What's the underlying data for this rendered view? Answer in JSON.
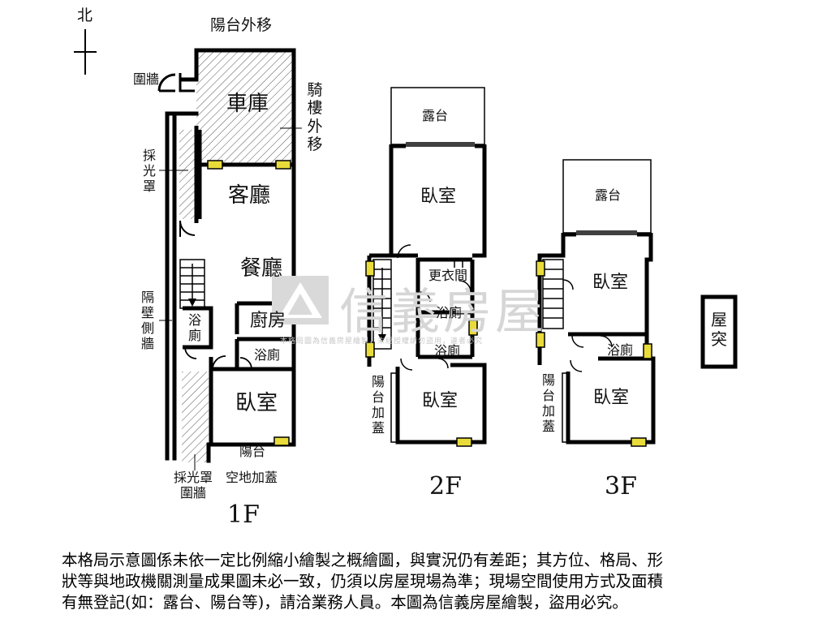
{
  "compass": {
    "north": "北"
  },
  "floor1": {
    "balcony_shift": "陽台外移",
    "arcade_shift": "騎樓外移",
    "fence": "圍牆",
    "skylight": "採光罩",
    "garage": "車庫",
    "living_room": "客廳",
    "dining_room": "餐廳",
    "party_wall": "隔壁側牆",
    "bath_left": "浴廁",
    "kitchen": "廚房",
    "bath_right": "浴廁",
    "bedroom": "臥室",
    "balcony": "陽台",
    "skylight_fence_1": "採光罩",
    "skylight_fence_2": "圍牆",
    "open_space_cover": "空地加蓋",
    "floor_label": "1F"
  },
  "floor2": {
    "terrace": "露台",
    "bedroom_top": "臥室",
    "closet": "更衣間",
    "bath_upper": "浴廁",
    "bath_lower": "浴廁",
    "balcony_cover": "陽台加蓋",
    "bedroom_bottom": "臥室",
    "floor_label": "2F"
  },
  "floor3": {
    "terrace": "露台",
    "bedroom_top": "臥室",
    "bath": "浴廁",
    "balcony_cover": "陽台加蓋",
    "bedroom_bottom": "臥室",
    "floor_label": "3F"
  },
  "roof": {
    "label": "屋突"
  },
  "watermark": {
    "brand": "信義房屋",
    "notice": "本格局圖為信義房屋繪製，未經授權請勿盜用，違者必究"
  },
  "disclaimer": {
    "line1": "本格局示意圖係未依一定比例縮小繪製之概繪圖，與實況仍有差距；其方位、格局、形",
    "line2": "狀等與地政機關測量成果圖未必一致，仍須以房屋現場為準；現場空間使用方式及面積",
    "line3": "有無登記(如：露台、陽台等)，請洽業務人員。本圖為信義房屋繪製，盜用必究。"
  },
  "colors": {
    "wall": "#000000",
    "window": "#e9dc3a",
    "hatch": "#444444",
    "watermark": "#d6d6d6"
  }
}
